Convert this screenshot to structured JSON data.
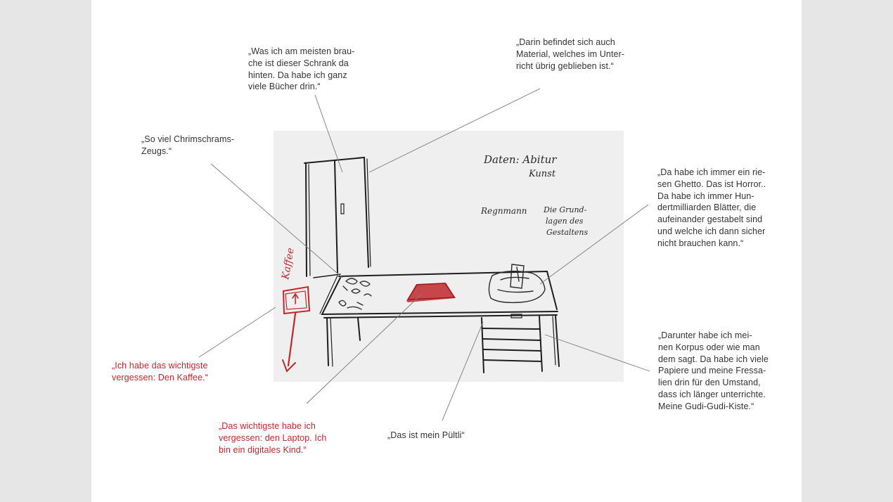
{
  "colors": {
    "background": "#e6e6e6",
    "page": "#ffffff",
    "sketch_area": "#efefef",
    "text": "#333333",
    "accent_red": "#c0282d"
  },
  "annotations": {
    "schrank": "„Was ich am meisten brau-\nche ist dieser Schrank da\nhinten. Da habe ich ganz\nviele Bücher drin.“",
    "material": "„Darin befindet sich auch\nMaterial, welches im Unter-\nricht übrig geblieben ist.“",
    "chrimschrams": "„So viel Chrimschrams-\nZeugs.“",
    "ghetto": "„Da habe ich immer ein rie-\nsen Ghetto. Das ist Horror..\nDa habe ich immer Hun-\ndertmilliarden Blätter, die\naufeinander gestabelt sind\nund welche ich dann sicher\nnicht brauchen kann.“",
    "korpus": "„Darunter habe ich mei-\nnen Korpus oder wie man\ndem sagt. Da habe ich viele\nPapiere und meine Fressa-\nlien drin für den Umstand,\ndass ich länger unterrichte.\nMeine Gudi-Gudi-Kiste.“",
    "kaffee": "„Ich habe das wichtigste\nvergessen: Den Kaffee.“",
    "laptop": "„Das wichtigste habe ich\nvergessen: den Laptop. Ich\nbin ein digitales Kind.“",
    "pueltli": "„Das ist mein Pültli“"
  },
  "sketch_labels": {
    "board_line1": "Daten: Abitur",
    "board_line2": "Kunst",
    "name": "Regnmann",
    "book_line1": "Die Grund-",
    "book_line2": "lagen des",
    "book_line3": "Gestaltens",
    "kaffee": "Kaffee"
  }
}
